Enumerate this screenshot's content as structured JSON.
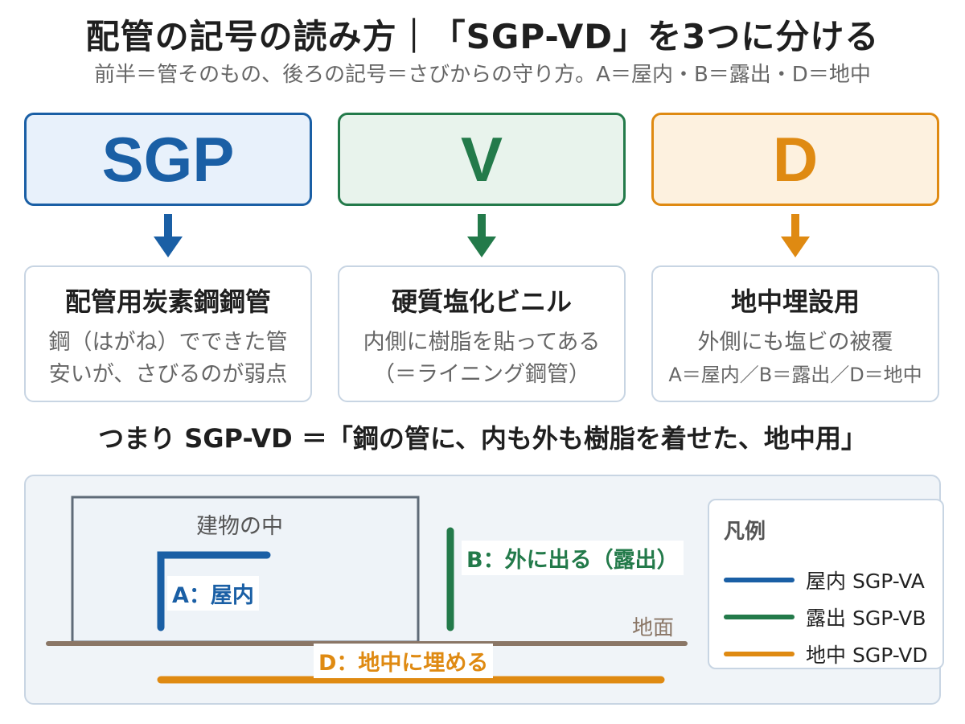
{
  "header": {
    "title": "配管の記号の読み方｜「SGP-VD」を3つに分ける",
    "subtitle": "前半＝管そのもの、後ろの記号＝さびからの守り方。A＝屋内・B＝露出・D＝地中"
  },
  "parts": [
    {
      "code": "SGP",
      "title": "配管用炭素鋼鋼管",
      "lines": [
        "鋼（はがね）でできた管",
        "安いが、さびるのが弱点"
      ],
      "color": "#1a5fa5"
    },
    {
      "code": "V",
      "title": "硬質塩化ビニル",
      "lines": [
        "内側に樹脂を貼ってある",
        "（＝ライニング鋼管）"
      ],
      "color": "#237a4a"
    },
    {
      "code": "D",
      "title": "地中埋設用",
      "lines": [
        "外側にも塩ビの被覆",
        "A＝屋内／B＝露出／D＝地中"
      ],
      "color": "#df8a12"
    }
  ],
  "summary": "つまり SGP-VD ＝「鋼の管に、内も外も樹脂を着せた、地中用」",
  "diagram": {
    "building_label": "建物の中",
    "label_a": "A：屋内",
    "label_b": "B：外に出る（露出）",
    "label_d": "D：地中に埋める",
    "ground_label": "地面",
    "colors": {
      "indoor": "#1a5fa5",
      "exposed": "#237a4a",
      "underground": "#df8a12",
      "ground": "#8a7666"
    }
  },
  "legend": {
    "title": "凡例",
    "items": [
      {
        "label": "屋内 SGP-VA",
        "color": "#1a5fa5"
      },
      {
        "label": "露出 SGP-VB",
        "color": "#237a4a"
      },
      {
        "label": "地中 SGP-VD",
        "color": "#df8a12"
      }
    ]
  }
}
